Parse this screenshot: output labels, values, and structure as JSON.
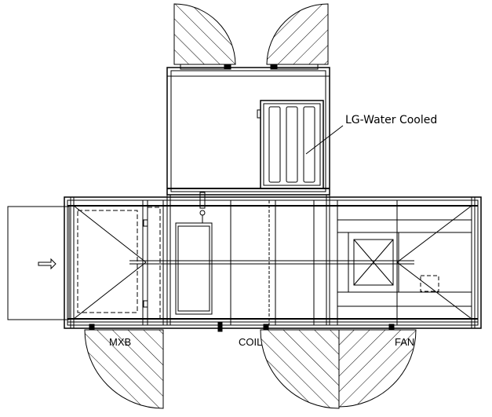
{
  "labels": {
    "callout": "LG-Water Cooled",
    "section_1": "MXB",
    "section_2": "COIL",
    "section_3": "FAN"
  },
  "colors": {
    "line": "#000000",
    "background": "#ffffff"
  }
}
